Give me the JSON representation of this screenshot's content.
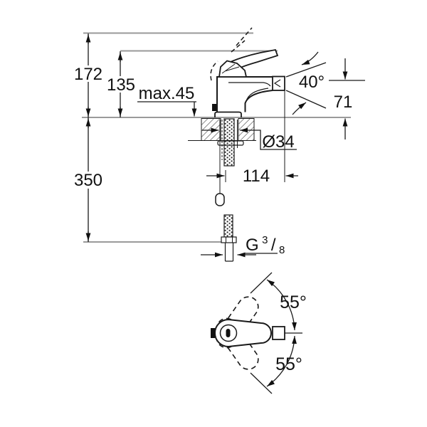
{
  "drawing": {
    "type": "technical-dimension-drawing",
    "subject": "single-lever mixer tap: side elevation with mounting cross-section, connection hose, and top view of lever swivel range",
    "colors": {
      "line": "#1a1a1a",
      "reference_line": "#9a9a9a",
      "background": "#ffffff"
    },
    "dimensions": {
      "total_height": "172",
      "height_to_spout_body": "135",
      "max_deck_thickness": "max.45",
      "spray_angle": "40°",
      "spout_height": "71",
      "hole_diameter": "Ø34",
      "spout_reach": "114",
      "hose_length": "350",
      "swivel_up": "55°",
      "swivel_down": "55°",
      "thread": {
        "g": "G",
        "sup": "3",
        "slash": "/",
        "sub": "8"
      }
    }
  }
}
